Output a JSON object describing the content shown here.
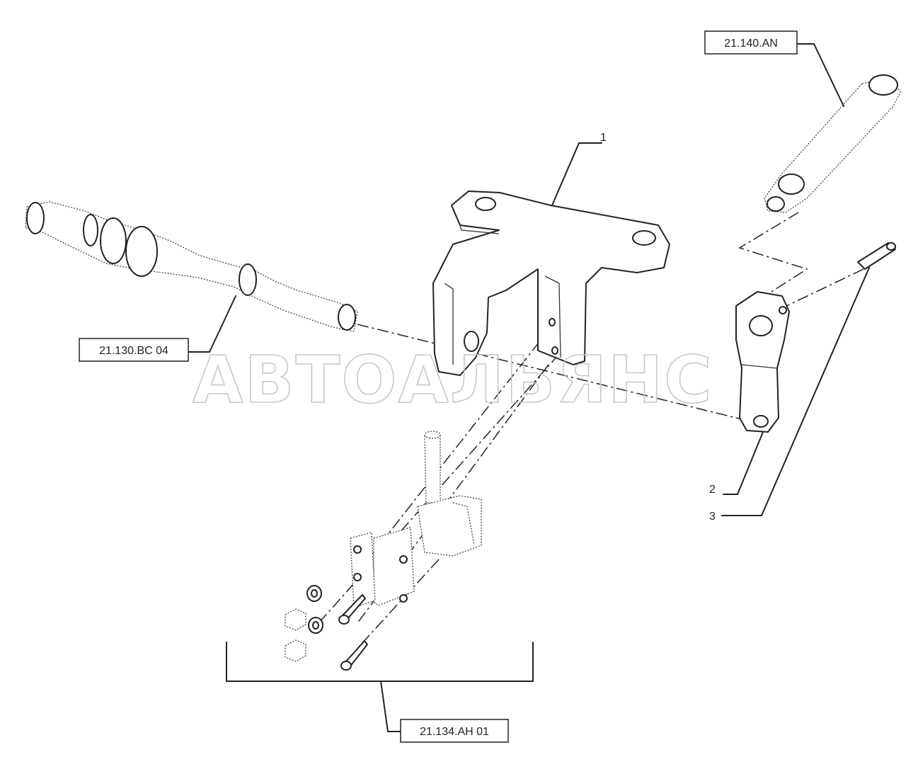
{
  "watermark": "АВТОАЛЬЯНС",
  "callouts": {
    "ref_top_right": "21.140.AN",
    "ref_left": "21.130.BC 04",
    "ref_bottom": "21.134.AH 01",
    "item_1": "1",
    "item_2": "2",
    "item_3": "3"
  },
  "colors": {
    "line": "#222222",
    "background": "#ffffff",
    "watermark": "#c8c8c8"
  }
}
